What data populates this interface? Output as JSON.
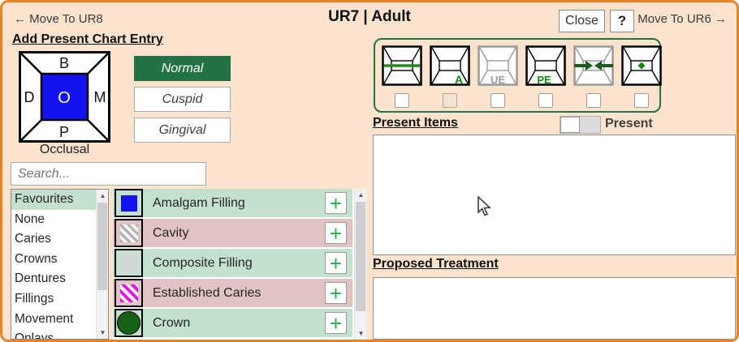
{
  "window": {
    "nav_left": "← Move To UR8",
    "title": "UR7 | Adult",
    "close_label": "Close",
    "help_label": "?",
    "nav_right": "Move To UR6 →"
  },
  "entry": {
    "heading": "Add Present Chart Entry",
    "tooth_labels": {
      "top": "B",
      "left": "D",
      "center": "O",
      "right": "M",
      "bottom": "P"
    },
    "view_label": "Occlusal",
    "surface_buttons": [
      {
        "label": "Normal",
        "selected": true
      },
      {
        "label": "Cuspid",
        "selected": false
      },
      {
        "label": "Gingival",
        "selected": false
      }
    ]
  },
  "search": {
    "placeholder": "Search..."
  },
  "categories": {
    "items": [
      {
        "label": "Favourites",
        "selected": true
      },
      {
        "label": "None",
        "selected": false
      },
      {
        "label": "Caries",
        "selected": false
      },
      {
        "label": "Crowns",
        "selected": false
      },
      {
        "label": "Dentures",
        "selected": false
      },
      {
        "label": "Fillings",
        "selected": false
      },
      {
        "label": "Movement",
        "selected": false
      },
      {
        "label": "Onlays",
        "selected": false
      }
    ]
  },
  "treatments": {
    "add_label": "+",
    "items": [
      {
        "label": "Amalgam Filling",
        "tone": "green",
        "icon": "blue-square"
      },
      {
        "label": "Cavity",
        "tone": "pink",
        "icon": "gray-stripes"
      },
      {
        "label": "Composite Filling",
        "tone": "green",
        "icon": "gray-square"
      },
      {
        "label": "Established Caries",
        "tone": "pink",
        "icon": "magenta-stripes"
      },
      {
        "label": "Crown",
        "tone": "green",
        "icon": "green-circle"
      }
    ]
  },
  "status_icons": {
    "items": [
      {
        "name": "tooth-line-icon",
        "text": "",
        "checked": false
      },
      {
        "name": "tooth-a-icon",
        "text": "A",
        "checked": false
      },
      {
        "name": "tooth-ue-icon",
        "text": "UE",
        "checked": false
      },
      {
        "name": "tooth-pe-icon",
        "text": "PE",
        "checked": false
      },
      {
        "name": "tooth-arrows-icon",
        "text": "",
        "checked": false
      },
      {
        "name": "tooth-dot-icon",
        "text": "",
        "checked": false
      }
    ]
  },
  "present": {
    "heading": "Present Items",
    "toggle_label": "Present"
  },
  "proposed": {
    "heading": "Proposed Treatment"
  },
  "colors": {
    "accent_green": "#217346",
    "row_green": "#C4E1D0",
    "row_pink": "#E0C3C3",
    "window_border": "#E8832A",
    "window_bg": "#FBE3CD",
    "amalgam_blue": "#1512F0",
    "caries_magenta": "#EA10EA",
    "crown_green": "#176117",
    "plus_green": "#22B14C"
  }
}
